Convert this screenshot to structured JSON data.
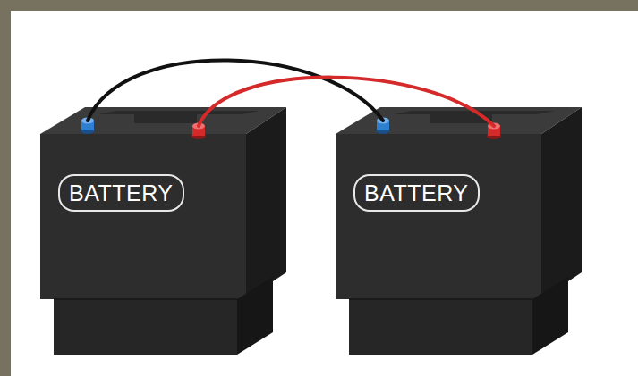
{
  "diagram": {
    "nodes": [
      {
        "text": [
          "BATTERY"
        ]
      },
      {
        "text": [
          "BATTERY"
        ]
      }
    ],
    "edges": [
      {
        "from": 0,
        "to": 1,
        "arrow": "none"
      },
      {
        "from": 0,
        "to": 1,
        "arrow": "none"
      }
    ]
  }
}
